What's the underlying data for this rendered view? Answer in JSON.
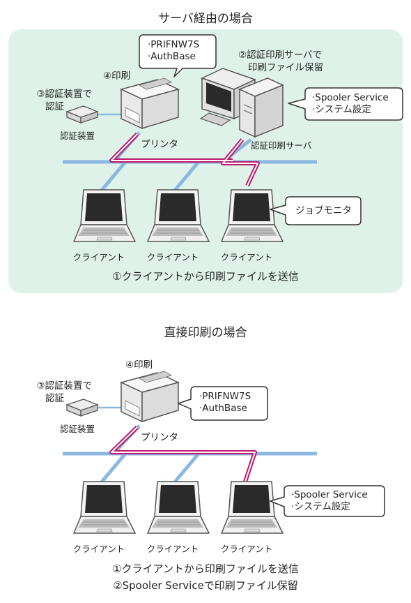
{
  "section1": {
    "title": "サーバ経由の場合",
    "printer_props": [
      "·PRIFNW7S",
      "·AuthBase"
    ],
    "step2": [
      "②認証印刷サーバで",
      "印刷ファイル保留"
    ],
    "step4": "④印刷",
    "step3": [
      "③認証装置で",
      "認証"
    ],
    "auth_device": "認証装置",
    "printer": "プリンタ",
    "server": "認証印刷サーバ",
    "server_props": [
      "·Spooler Service",
      "·システム設定"
    ],
    "job_monitor": "ジョブモニタ",
    "clients": [
      "クライアント",
      "クライアント",
      "クライアント"
    ],
    "step1": "①クライアントから印刷ファイルを送信"
  },
  "section2": {
    "title": "直接印刷の場合",
    "step4": "④印刷",
    "step3": [
      "③認証装置で",
      "認証"
    ],
    "auth_device": "認証装置",
    "printer": "プリンタ",
    "printer_props": [
      "·PRIFNW7S",
      "·AuthBase"
    ],
    "client_props": [
      "·Spooler Service",
      "·システム設定"
    ],
    "clients": [
      "クライアント",
      "クライアント",
      "クライアント"
    ],
    "step1": "①クライアントから印刷ファイルを送信",
    "step2": "②Spooler Serviceで印刷ファイル保留"
  },
  "colors": {
    "panel_bg": "#dff2ea",
    "network_line": "#8ab8e0",
    "print_path": "#c0186c"
  }
}
